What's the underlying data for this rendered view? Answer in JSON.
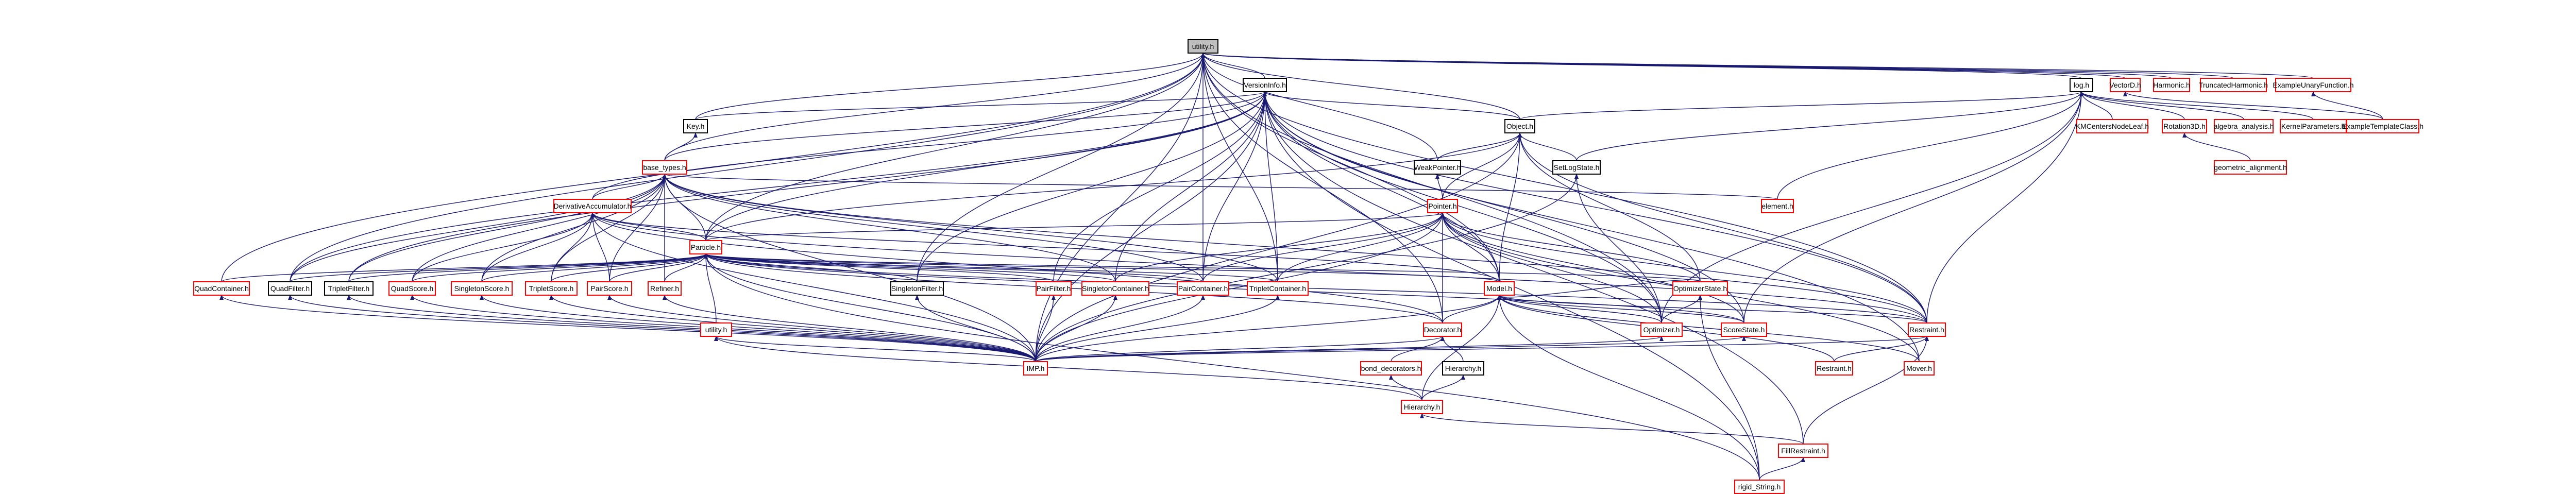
{
  "graph": {
    "focus": "utility.h",
    "nodes": [
      {
        "id": "utility_top",
        "label": "utility.h",
        "focus": true
      },
      {
        "id": "vector3",
        "label": "VersionInfo.h"
      },
      {
        "id": "log",
        "label": "log.h"
      },
      {
        "id": "vectorD",
        "label": "VectorD.h",
        "red": true
      },
      {
        "id": "harmonic",
        "label": "Harmonic.h",
        "red": true
      },
      {
        "id": "trunc_harmonic",
        "label": "TruncatedHarmonic.h",
        "red": true
      },
      {
        "id": "example_unary",
        "label": "ExampleUnaryFunction.h",
        "red": true
      },
      {
        "id": "key",
        "label": "Key.h"
      },
      {
        "id": "object",
        "label": "Object.h"
      },
      {
        "id": "kmc_node",
        "label": "KMCentersNodeLeaf.h",
        "red": true
      },
      {
        "id": "rotation3d",
        "label": "Rotation3D.h",
        "red": true
      },
      {
        "id": "algebra_analysis",
        "label": "algebra_analysis.h",
        "red": true
      },
      {
        "id": "kernel_params",
        "label": "KernelParameters.h",
        "red": true
      },
      {
        "id": "example_template",
        "label": "ExampleTemplateClass.h",
        "red": true
      },
      {
        "id": "geometric_alignment",
        "label": "geometric_alignment.h",
        "red": true
      },
      {
        "id": "base_types",
        "label": "base_types.h",
        "red": true
      },
      {
        "id": "weak_pointer",
        "label": "WeakPointer.h"
      },
      {
        "id": "set_log_state",
        "label": "SetLogState.h"
      },
      {
        "id": "deriv_accum",
        "label": "DerivativeAccumulator.h",
        "red": true
      },
      {
        "id": "pointer",
        "label": "Pointer.h",
        "red": true
      },
      {
        "id": "element",
        "label": "element.h",
        "red": true
      },
      {
        "id": "particle",
        "label": "Particle.h",
        "red": true
      },
      {
        "id": "singleton_filter",
        "label": "SingletonFilter.h"
      },
      {
        "id": "pair_filter",
        "label": "PairFilter.h",
        "red": true
      },
      {
        "id": "singleton_container",
        "label": "SingletonContainer.h",
        "red": true
      },
      {
        "id": "pair_container",
        "label": "PairContainer.h",
        "red": true
      },
      {
        "id": "triplet_container",
        "label": "TripletContainer.h",
        "red": true
      },
      {
        "id": "model",
        "label": "Model.h",
        "red": true
      },
      {
        "id": "optimizer_state",
        "label": "OptimizerState.h",
        "red": true
      },
      {
        "id": "quad_container",
        "label": "QuadContainer.h",
        "red": true
      },
      {
        "id": "quad_filter",
        "label": "QuadFilter.h"
      },
      {
        "id": "triplet_filter",
        "label": "TripletFilter.h"
      },
      {
        "id": "quad_score",
        "label": "QuadScore.h",
        "red": true
      },
      {
        "id": "singleton_score",
        "label": "SingletonScore.h",
        "red": true
      },
      {
        "id": "triplet_score",
        "label": "TripletScore.h",
        "red": true
      },
      {
        "id": "pair_score",
        "label": "PairScore.h",
        "red": true
      },
      {
        "id": "refiner",
        "label": "Refiner.h",
        "red": true
      },
      {
        "id": "utility_mid",
        "label": "utility.h",
        "red": true
      },
      {
        "id": "decorator",
        "label": "Decorator.h",
        "red": true
      },
      {
        "id": "score_state",
        "label": "ScoreState.h",
        "red": true
      },
      {
        "id": "restraint",
        "label": "Restraint.h",
        "red": true
      },
      {
        "id": "optimizer",
        "label": "Optimizer.h",
        "red": true
      },
      {
        "id": "imp",
        "label": "IMP.h",
        "red": true
      },
      {
        "id": "bond_decorators",
        "label": "bond_decorators.h",
        "red": true
      },
      {
        "id": "hierarchy_a",
        "label": "Hierarchy.h"
      },
      {
        "id": "hierarchy_b",
        "label": "Hierarchy.h",
        "red": true
      },
      {
        "id": "restraint_set",
        "label": "Restraint.h",
        "red": true
      },
      {
        "id": "mover",
        "label": "Mover.h",
        "red": true
      },
      {
        "id": "fill_restraint",
        "label": "FillRestraint.h",
        "red": true
      },
      {
        "id": "rigid_string",
        "label": "rigid_String.h",
        "red": true
      }
    ]
  }
}
